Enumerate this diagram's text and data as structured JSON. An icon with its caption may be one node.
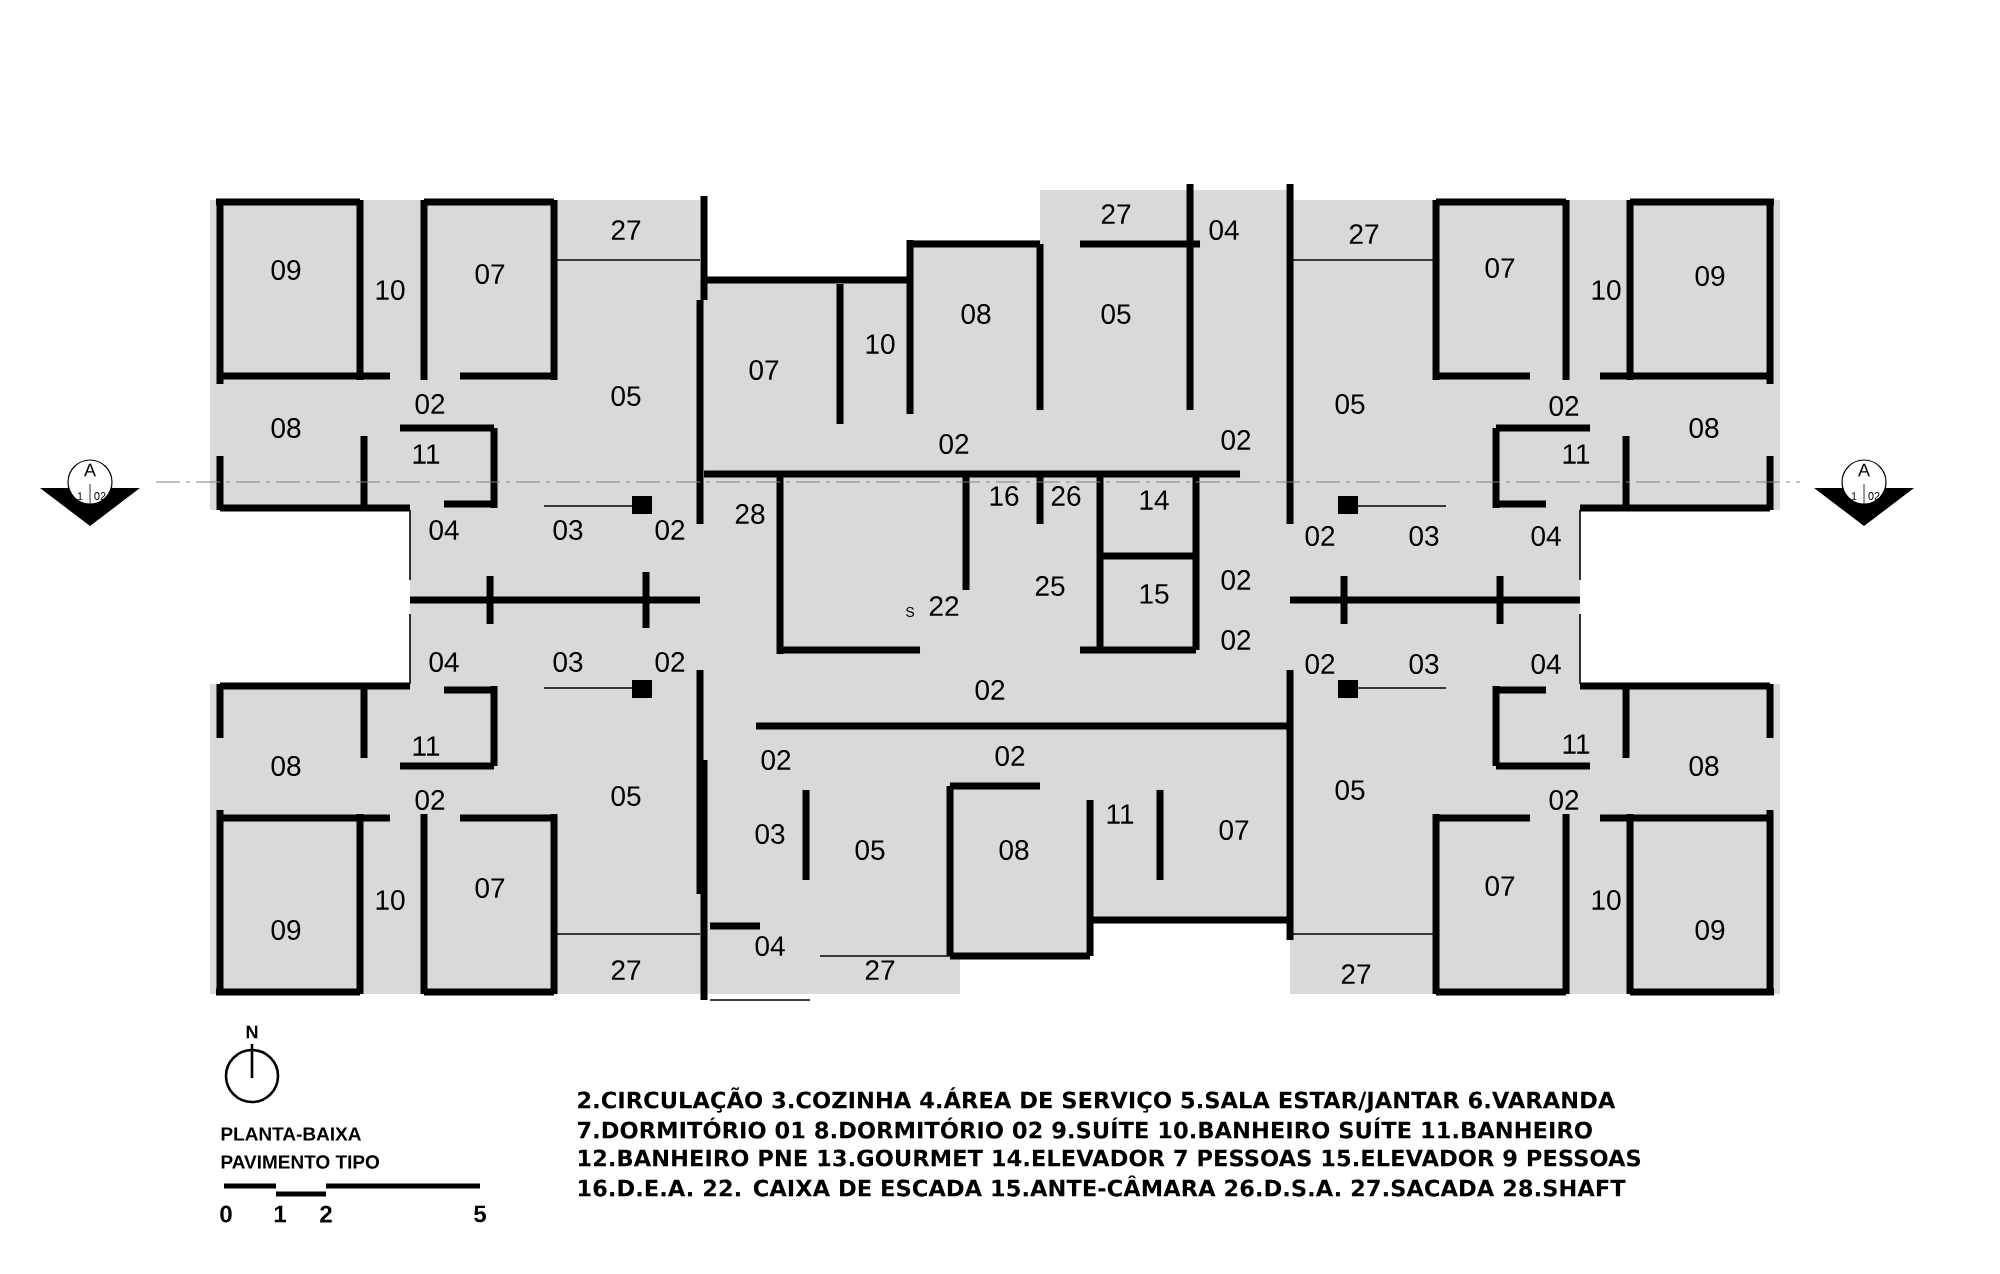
{
  "diagram": {
    "labels": [
      "27",
      "27",
      "04",
      "27",
      "09",
      "10",
      "07",
      "07",
      "10",
      "09",
      "08",
      "05",
      "10",
      "07",
      "02",
      "05",
      "05",
      "02",
      "08",
      "11",
      "02",
      "02",
      "11",
      "08",
      "28",
      "16",
      "26",
      "14",
      "04",
      "03",
      "02",
      "02",
      "03",
      "04",
      "S",
      "22",
      "25",
      "15",
      "02",
      "02",
      "04",
      "03",
      "02",
      "02",
      "03",
      "04",
      "02",
      "08",
      "11",
      "02",
      "02",
      "11",
      "08",
      "02",
      "05",
      "11",
      "05",
      "02",
      "03",
      "05",
      "08",
      "07",
      "10",
      "07",
      "07",
      "10",
      "09",
      "04",
      "09",
      "27",
      "27",
      "27",
      "A",
      "1",
      "02",
      "A",
      "1",
      "02",
      "N",
      "PLANTA-BAIXA",
      "PAVIMENTO TIPO",
      "0",
      "1",
      "2",
      "5",
      "2.CIRCULAÇÃO 3.COZINHA 4.ÁREA DE SERVIÇO 5.SALA ESTAR/JANTAR 6.VARANDA",
      "7.DORMITÓRIO 01 8.DORMITÓRIO 02 9.SUÍTE 10.BANHEIRO SUÍTE 11.BANHEIRO",
      "12.BANHEIRO PNE 13.GOURMET 14.ELEVADOR 7 PESSOAS 15.ELEVADOR 9 PESSOAS",
      "16.D.E.A. 22. CAIXA DE ESCADA 15.ANTE-CÂMARA 26.D.S.A. 27.SACADA 28.SHAFT"
    ]
  }
}
